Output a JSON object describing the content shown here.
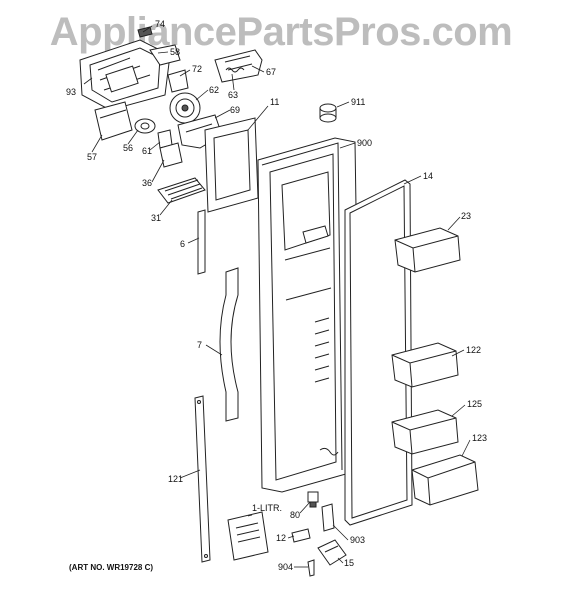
{
  "watermark": "AppliancePartsPros.com",
  "art_number": "(ART NO. WR19728 C)",
  "labels": {
    "l74": "74",
    "l58": "58",
    "l93": "93",
    "l72": "72",
    "l67": "67",
    "l63": "63",
    "l62": "62",
    "l69": "69",
    "l11": "11",
    "l911": "911",
    "l57": "57",
    "l56": "56",
    "l61": "61",
    "l900": "900",
    "l36": "36",
    "l14": "14",
    "l31": "31",
    "l23": "23",
    "l6": "6",
    "l7": "7",
    "l122": "122",
    "l125": "125",
    "l123": "123",
    "l121": "121",
    "l1litr": "1-LITR.",
    "l80": "80",
    "l12": "12",
    "l903": "903",
    "l904": "904",
    "l15": "15"
  }
}
